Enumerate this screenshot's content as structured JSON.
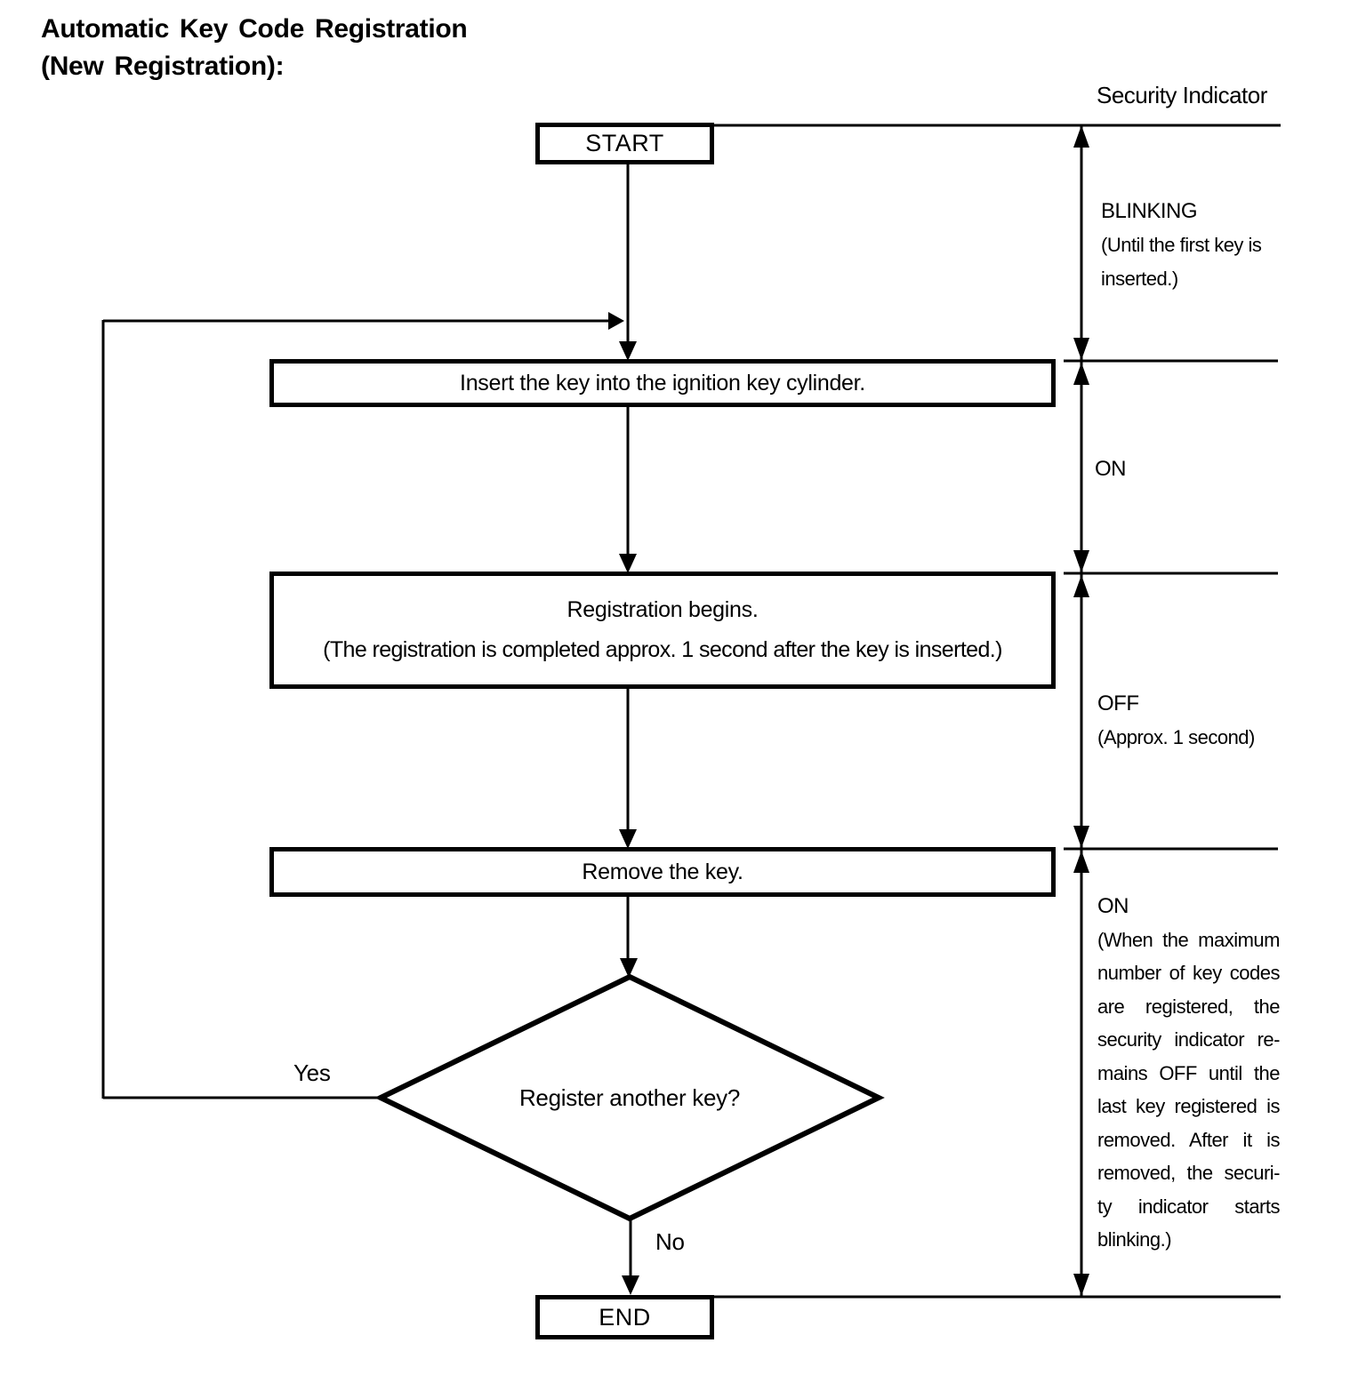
{
  "title": {
    "line1": "Automatic Key Code Registration",
    "line2": "(New Registration):"
  },
  "indicator": {
    "header": "Security Indicator",
    "states": [
      {
        "label": "BLINKING",
        "note_lines": [
          "(Until the first key is",
          "inserted.)"
        ]
      },
      {
        "label": "ON",
        "note_lines": []
      },
      {
        "label": "OFF",
        "note_lines": [
          "(Approx. 1 second)"
        ]
      },
      {
        "label": "ON",
        "note_lines": [
          "(When the maximum",
          "number of key codes",
          "are registered, the",
          "security indicator re-",
          "mains OFF until the",
          "last key registered is",
          "removed. After it is",
          "removed, the securi-",
          "ty indicator starts",
          "blinking.)"
        ]
      }
    ]
  },
  "nodes": {
    "start": "START",
    "step1": "Insert the key into the ignition key cylinder.",
    "step2_line1": "Registration begins.",
    "step2_line2": "(The registration is completed approx. 1 second after the key is inserted.)",
    "step3": "Remove the key.",
    "decision": "Register another key?",
    "end": "END"
  },
  "edges": {
    "yes_label": "Yes",
    "no_label": "No"
  },
  "colors": {
    "ink": "#000000",
    "background": "#ffffff"
  }
}
